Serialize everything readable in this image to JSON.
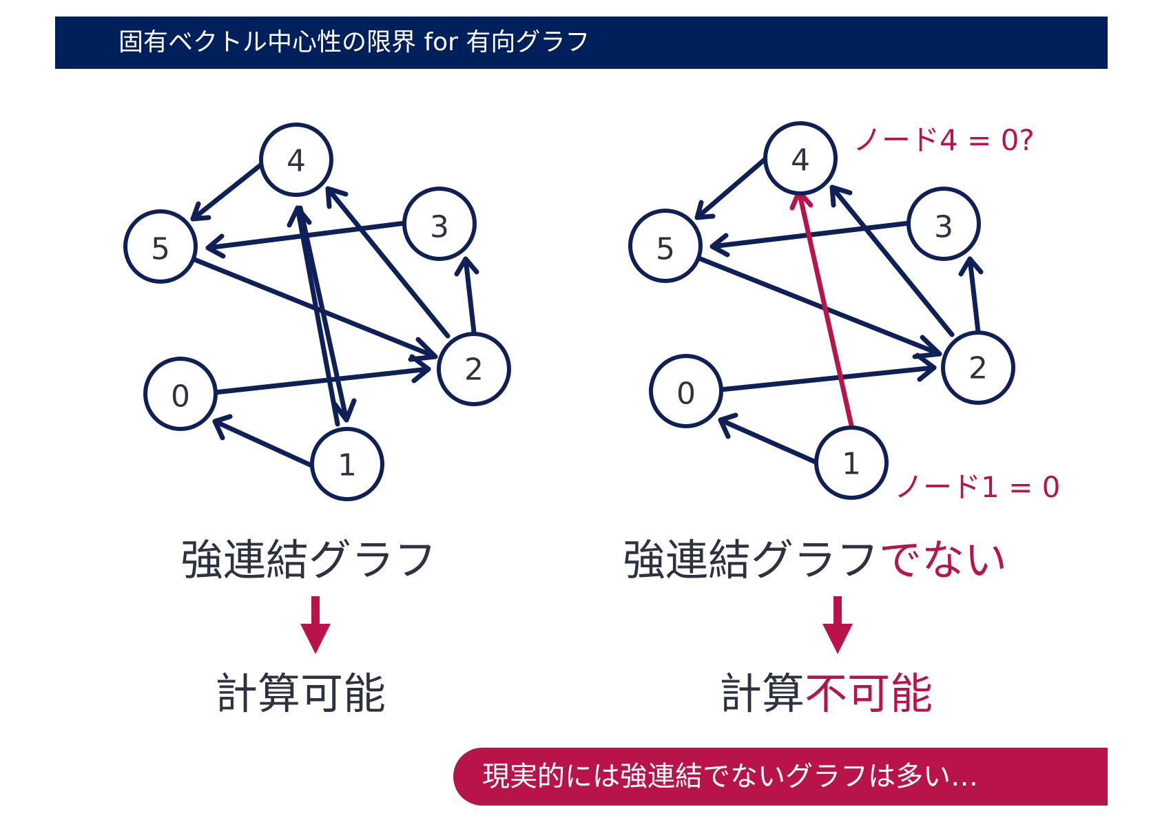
{
  "header": {
    "title": "固有ベクトル中心性の限界 for 有向グラフ"
  },
  "colors": {
    "header_bg": "#00205b",
    "navy": "#0e2057",
    "accent_red": "#b8144a",
    "text_dark": "#2e3240"
  },
  "left_graph": {
    "nodes": [
      "4",
      "5",
      "3",
      "0",
      "2",
      "1"
    ],
    "caption": "強連結グラフ",
    "result": "計算可能"
  },
  "right_graph": {
    "nodes": [
      "4",
      "5",
      "3",
      "0",
      "2",
      "1"
    ],
    "caption_main": "強連結グラフ",
    "caption_accent": "でない",
    "result_main": "計算",
    "result_accent": "不可能",
    "annotation_node4": "ノード4 = 0?",
    "annotation_node1": "ノード1 = 0"
  },
  "banner": {
    "text": "現実的には強連結でないグラフは多い…"
  }
}
